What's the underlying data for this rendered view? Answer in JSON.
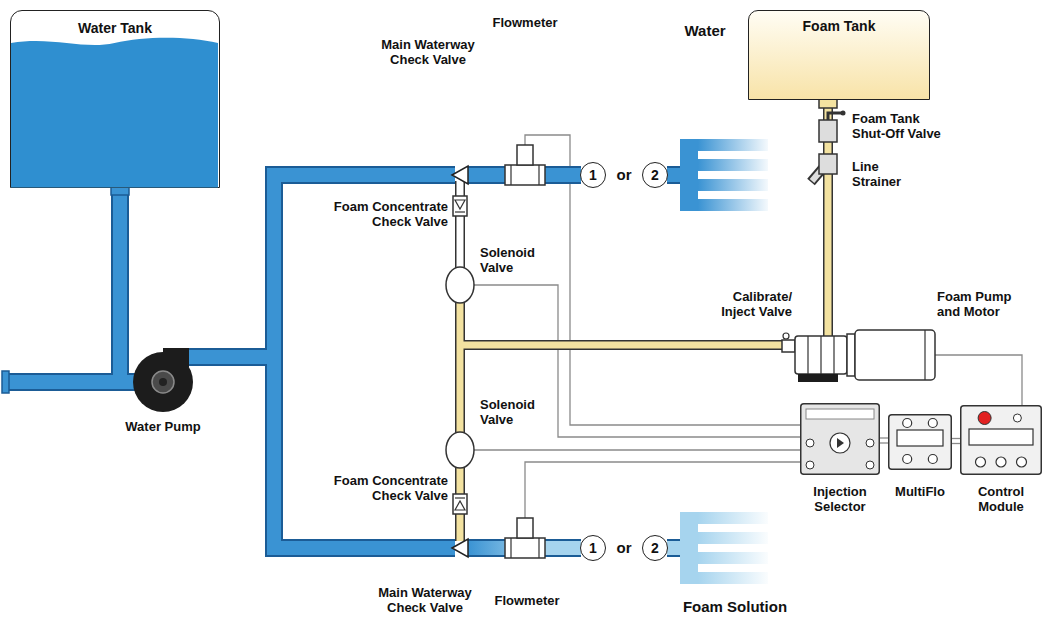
{
  "diagram": {
    "nodes": [
      {
        "text": [
          "Water Tank"
        ]
      },
      {
        "text": [
          "Foam Tank"
        ]
      },
      {
        "text": [
          "1"
        ]
      },
      {
        "text": [
          "2"
        ]
      },
      {
        "text": [
          "1"
        ]
      },
      {
        "text": [
          "2"
        ]
      },
      {
        "text": [
          "Injection Selector"
        ]
      },
      {
        "text": [
          "MultiFlo"
        ]
      },
      {
        "text": [
          "Control Module"
        ]
      }
    ],
    "edges": [
      {
        "from": 6,
        "to": 7,
        "arrow": "none"
      },
      {
        "from": 7,
        "to": 8,
        "arrow": "none"
      }
    ],
    "labels": [
      "Flowmeter",
      "Water",
      "Main Waterway Check Valve",
      "Foam Tank Shut-Off Valve",
      "Line Strainer",
      "or",
      "Foam Concentrate Check Valve",
      "Solenoid Valve",
      "Calibrate/ Inject Valve",
      "Foam Pump and Motor",
      "Water Pump",
      "Solenoid Valve",
      "Foam Concentrate Check Valve",
      "or",
      "Main Waterway Check Valve",
      "Flowmeter",
      "Foam Solution"
    ]
  }
}
